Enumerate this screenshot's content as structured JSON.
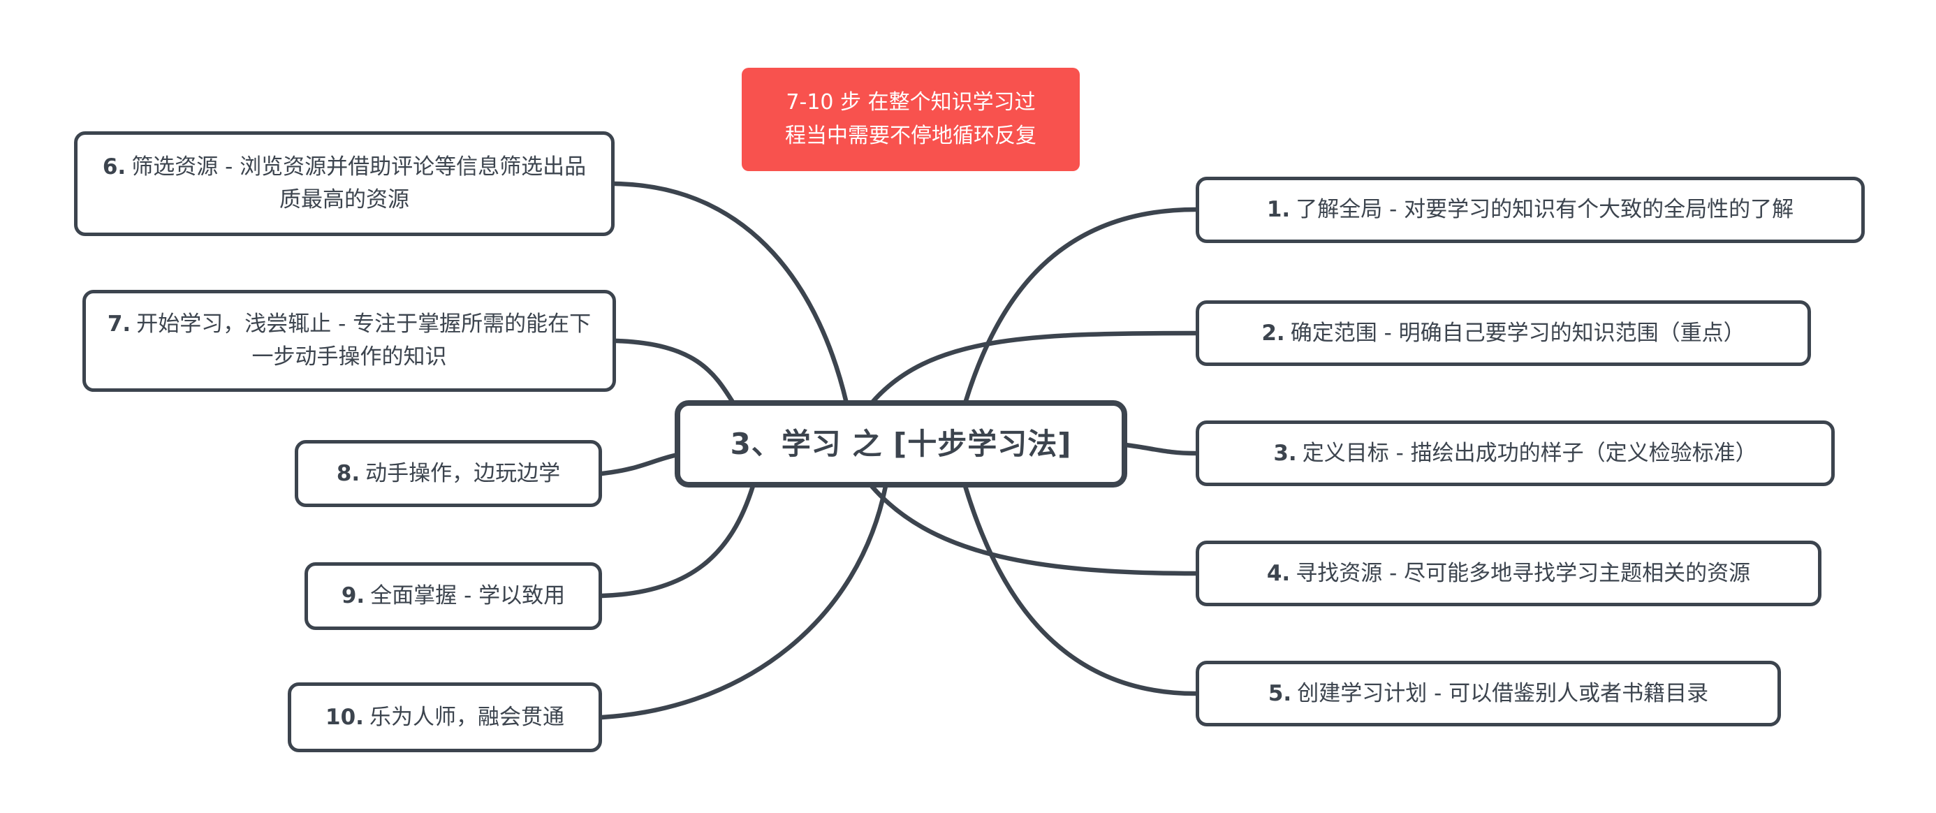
{
  "colors": {
    "node_stroke": "#3C444E",
    "node_text": "#3C444E",
    "note_bg": "#F8524E",
    "note_text": "#FFFFFF",
    "canvas_bg": "#FFFFFF"
  },
  "note": {
    "lines": [
      "7-10 步 在整个知识学习过",
      "程当中需要不停地循环反复"
    ]
  },
  "center": {
    "label": "3、学习 之 [十步学习法]"
  },
  "branches": {
    "right": [
      {
        "num": "1.",
        "text": "了解全局 - 对要学习的知识有个大致的全局性的了解"
      },
      {
        "num": "2.",
        "text": "确定范围 - 明确自己要学习的知识范围（重点）"
      },
      {
        "num": "3.",
        "text": "定义目标 - 描绘出成功的样子（定义检验标准）"
      },
      {
        "num": "4.",
        "text": "寻找资源 - 尽可能多地寻找学习主题相关的资源"
      },
      {
        "num": "5.",
        "text": "创建学习计划 - 可以借鉴别人或者书籍目录"
      }
    ],
    "left": [
      {
        "num": "6.",
        "text": "筛选资源 - 浏览资源并借助评论等信息筛选出品质最高的资源"
      },
      {
        "num": "7.",
        "text": "开始学习，浅尝辄止 - 专注于掌握所需的能在下一步动手操作的知识"
      },
      {
        "num": "8.",
        "text": "动手操作，边玩边学"
      },
      {
        "num": "9.",
        "text": "全面掌握 - 学以致用"
      },
      {
        "num": "10.",
        "text": "乐为人师，融会贯通"
      }
    ]
  }
}
